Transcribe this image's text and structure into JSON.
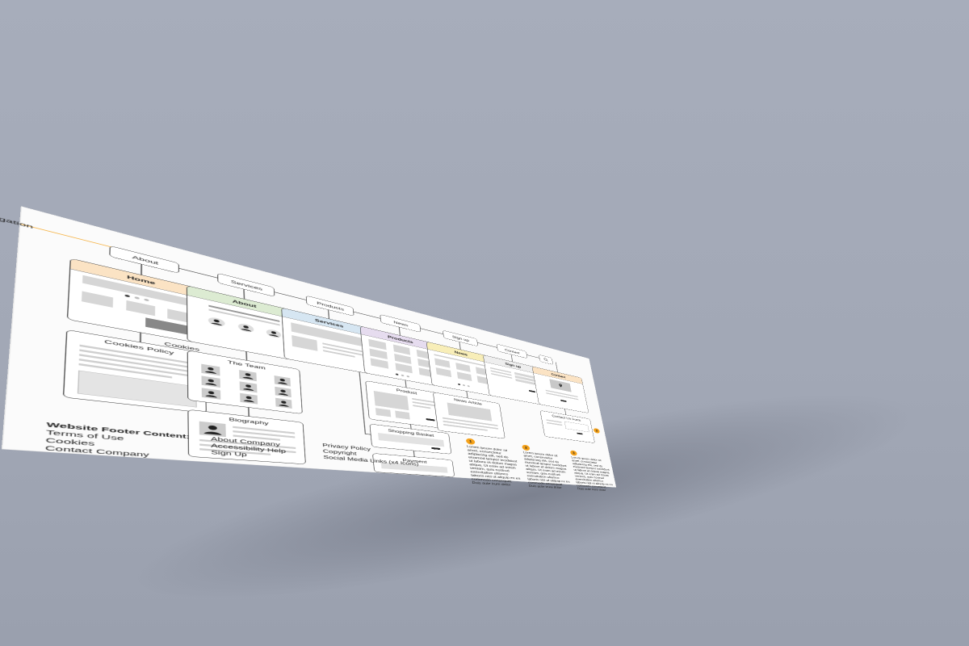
{
  "sitemap": {
    "main_nav_label": "Main Navigation",
    "nav": [
      {
        "label": "About"
      },
      {
        "label": "Services"
      },
      {
        "label": "Products"
      },
      {
        "label": "News"
      },
      {
        "label": "Sign up"
      },
      {
        "label": "Contact"
      }
    ],
    "search_icon": "search-icon",
    "pages": {
      "home": "Home",
      "about": "About",
      "services": "Services",
      "products": "Products",
      "news": "News",
      "signup": "Sign up",
      "contact": "Contact",
      "cookies": "Cookies",
      "cookies_policy": "Cookies Policy",
      "the_team": "The Team",
      "biography": "Biography",
      "product": "Product",
      "shopping_basket": "Shopping Basket",
      "payment": "Payment",
      "news_article": "News Article",
      "contact_form": "Contact Us Form"
    },
    "header_colors": {
      "home": "#fbe3c4",
      "about": "#dcebd2",
      "services": "#d6e6f2",
      "products": "#e6dcef",
      "news": "#f8eeb8",
      "signup": "#eeeeee",
      "contact": "#fbe3c4"
    },
    "accent": "#f5a21a",
    "notes": [
      {
        "badge": "1",
        "text": "Lorem ipsum dolor sit amet, consectetur adipiscing elit, sed do eiusmod tempor incididunt ut labore et dolore magna aliqua. Ut enim ad minim veniam, quis nostrud exercitation ullamco laboris nisi ut aliquip ex ea commodo consequat. Duis aute irure dolor"
      },
      {
        "badge": "2",
        "text": "Lorem ipsum dolor sit amet, consectetur adipiscing elit, sed do eiusmod tempor incididunt ut labore et dolore magna aliqua. Ut enim ad minim veniam, quis nostrud exercitation ullamco laboris nisi ut aliquip ex ea commodo consequat. Duis aute irure dolor"
      },
      {
        "badge": "3",
        "text": "Lorem ipsum dolor sit amet, consectetur adipiscing elit, sed do eiusmod tempor incididunt ut labore et dolore magna aliqua. Ut enim ad minim veniam, quis nostrud exercitation ullamco laboris nisi ut aliquip ex ea commodo consequat. Duis aute irure dolor"
      }
    ],
    "footer": {
      "heading": "Website Footer Content:",
      "col1": [
        "Terms of Use",
        "Cookies",
        "Contact Company"
      ],
      "col2": [
        "About Company",
        "Accessibility Help",
        "Sign Up"
      ],
      "col3": [
        "Privacy Policy",
        "Copyright",
        "Social Media Links (x4 Icons)"
      ]
    }
  }
}
